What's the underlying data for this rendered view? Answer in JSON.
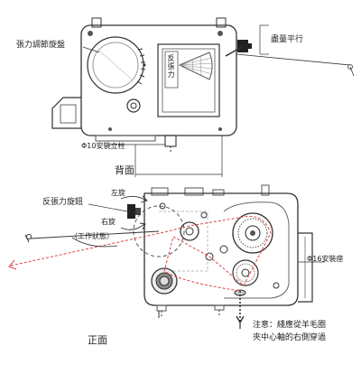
{
  "back_view": {
    "caption": "背面",
    "dial_label": "張力調節旋盤",
    "gauge_label": "反張力",
    "keep_level_label": "盡量平行",
    "post_label": "Φ10安裝立柱"
  },
  "front_view": {
    "caption": "正面",
    "knob_label": "反張力旋鈕",
    "turn_left_label": "左旋",
    "turn_right_label": "右旋",
    "working_state_label": "（工作狀態）",
    "mount_label": "Φ16安裝座",
    "note_line1": "注意：綫應從羊毛圈",
    "note_line2": "夾中心軸的右側穿過"
  }
}
